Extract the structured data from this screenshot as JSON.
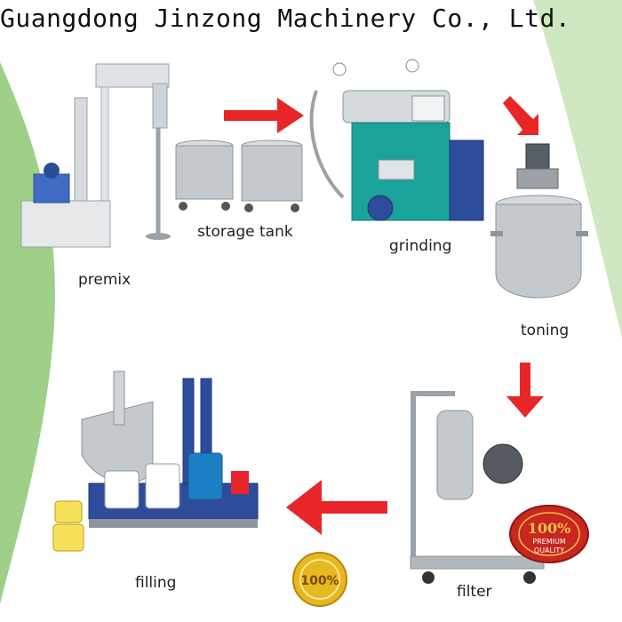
{
  "header": {
    "company": "Guangdong Jinzong Machinery Co., Ltd."
  },
  "steps": {
    "premix": "premix",
    "storage_tank": "storage tank",
    "grinding": "grinding",
    "toning": "toning",
    "filter": "filter",
    "filling": "filling"
  },
  "badges": {
    "gold_seal": "100%",
    "red_seal_top": "100%",
    "red_seal_sub": "PREMIUM",
    "red_seal_sub2": "QUALITY"
  },
  "colors": {
    "background_arc": "#9ed08a",
    "arrow": "#e8262a",
    "machine_teal": "#1aa39a",
    "machine_blue": "#2d4c9c",
    "steel": "#b9bfc4",
    "gold": "#e8b820",
    "red_badge": "#c8261e"
  }
}
